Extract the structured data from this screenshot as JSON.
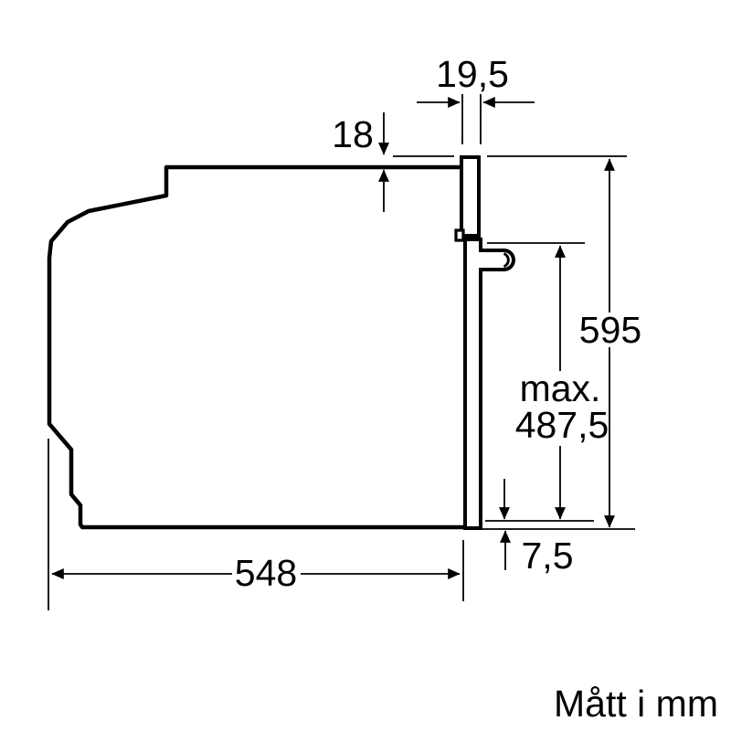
{
  "diagram": {
    "title": "oven-installation-dimension-drawing",
    "units_note": "Mått i mm",
    "dimensions": {
      "fascia_depth_mm": "19,5",
      "top_inset_mm": "18",
      "front_total_height_mm": "595",
      "max_prefix": "max.",
      "max_height_mm": "487,5",
      "bottom_offset_mm": "7,5",
      "body_depth_mm": "548"
    },
    "colors": {
      "line": "#000000",
      "background": "#ffffff"
    }
  }
}
